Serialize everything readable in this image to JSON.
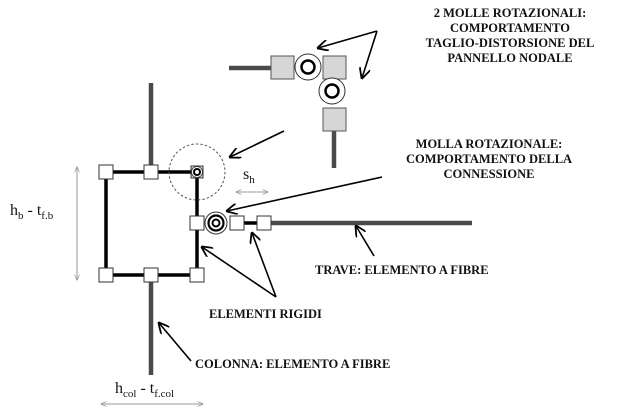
{
  "diagram": {
    "type": "structural-joint-model",
    "colors": {
      "fibre_element": "#4a4a4a",
      "rigid_element": "#000000",
      "node_fill": "#ffffff",
      "detail_node_fill": "#d6d6d6",
      "dimension_arrow": "#9a9a9a",
      "text": "#111111"
    },
    "labels": {
      "panel_springs": [
        "2 MOLLE ROTAZIONALI:",
        "COMPORTAMENTO",
        "TAGLIO-DISTORSIONE DEL",
        "PANNELLO NODALE"
      ],
      "connection_spring": [
        "MOLLA ROTAZIONALE:",
        "COMPORTAMENTO DELLA",
        "CONNESSIONE"
      ],
      "beam": "TRAVE: ELEMENTO A FIBRE",
      "rigid": "ELEMENTI RIGIDI",
      "column": "COLONNA: ELEMENTO A FIBRE"
    },
    "dimensions": {
      "panel_height": {
        "main": "h",
        "main_sub": "b",
        "sep": " - ",
        "second": "t",
        "second_sub": "f.b"
      },
      "panel_width": {
        "main": "h",
        "main_sub": "col",
        "sep": " - ",
        "second": "t",
        "second_sub": "f.col"
      },
      "offset": {
        "main": "s",
        "main_sub": "h"
      }
    }
  }
}
